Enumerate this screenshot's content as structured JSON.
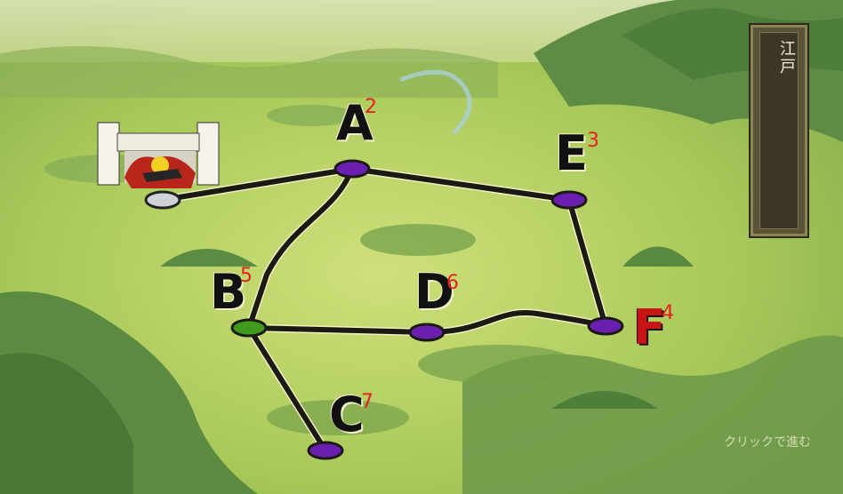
{
  "location": {
    "name": "江戸"
  },
  "continue_label": "クリックで進む",
  "nodes": [
    {
      "id": "A",
      "letter": "A",
      "number": "2",
      "color": "#6a1fb0"
    },
    {
      "id": "B",
      "letter": "B",
      "number": "5",
      "color": "#3f9a1e",
      "current": true
    },
    {
      "id": "C",
      "letter": "C",
      "number": "7",
      "color": "#6a1fb0"
    },
    {
      "id": "D",
      "letter": "D",
      "number": "6",
      "color": "#6a1fb0"
    },
    {
      "id": "E",
      "letter": "E",
      "number": "3",
      "color": "#6a1fb0"
    },
    {
      "id": "F",
      "letter": "F",
      "number": "4",
      "color": "#6a1fb0",
      "goal": true
    }
  ],
  "start_node": {
    "color": "#cfd2d6"
  },
  "edges": [
    [
      "start",
      "A"
    ],
    [
      "A",
      "E"
    ],
    [
      "A",
      "B"
    ],
    [
      "E",
      "F"
    ],
    [
      "B",
      "D"
    ],
    [
      "D",
      "F"
    ],
    [
      "B",
      "C"
    ]
  ],
  "colors": {
    "path": "#1a1a12",
    "node_purple": "#6a1fb0",
    "node_current": "#3f9a1e",
    "goal_letter": "#c81414",
    "number": "#e52020"
  }
}
